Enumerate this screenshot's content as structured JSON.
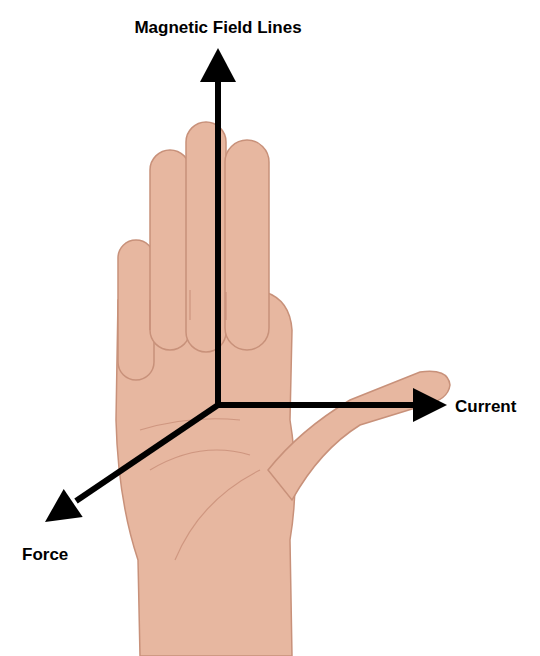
{
  "diagram": {
    "labels": [
      "Magnetic Field Lines",
      "Current",
      "Force"
    ]
  }
}
